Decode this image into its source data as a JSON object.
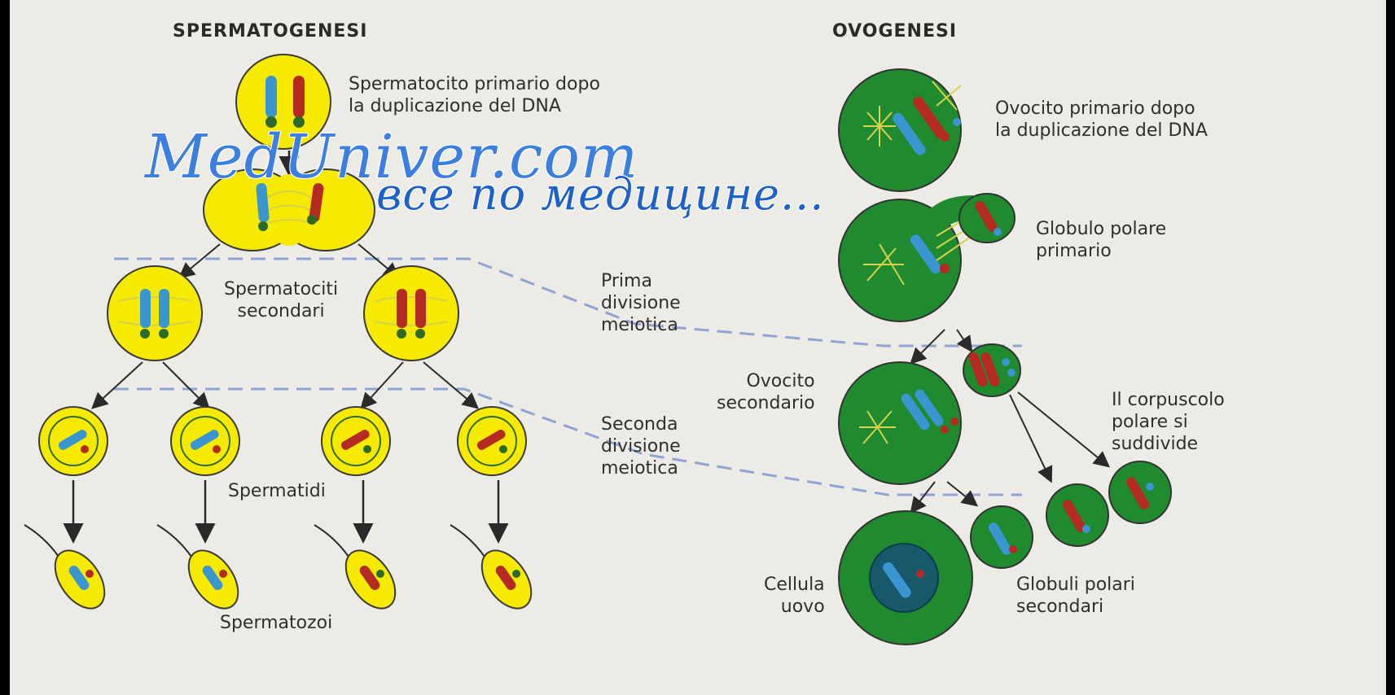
{
  "headers": {
    "left": "SPERMATOGENESI",
    "right": "OVOGENESI"
  },
  "watermark": {
    "line1": "MedUniver.com",
    "line2": "все по медицине..."
  },
  "labels": {
    "spermatocito_primario": "Spermatocito primario dopo\nla duplicazione del DNA",
    "spermatociti_secondari": "Spermatociti\nsecondari",
    "spermatidi": "Spermatidi",
    "spermatozoi": "Spermatozoi",
    "prima_divisione": "Prima\ndivisione\nmeiotica",
    "seconda_divisione": "Seconda\ndivisione\nmeiotica",
    "ovocito_primario": "Ovocito primario dopo\nla duplicazione del DNA",
    "globulo_polare_primario": "Globulo polare\nprimario",
    "ovocito_secondario": "Ovocito\nsecondario",
    "corpuscolo_polare": "Il corpuscolo\npolare si\nsuddivide",
    "cellula_uovo": "Cellula\nuovo",
    "globuli_polari_secondari": "Globuli polari\nsecondari"
  },
  "colors": {
    "sperm_cell": "#f5ea00",
    "egg_cell": "#1f8a2e",
    "chromosome_blue": "#3a96d0",
    "chromosome_red": "#b52a22",
    "spindle_yellow": "#d8d24a",
    "divider": "#8fa3d6"
  }
}
